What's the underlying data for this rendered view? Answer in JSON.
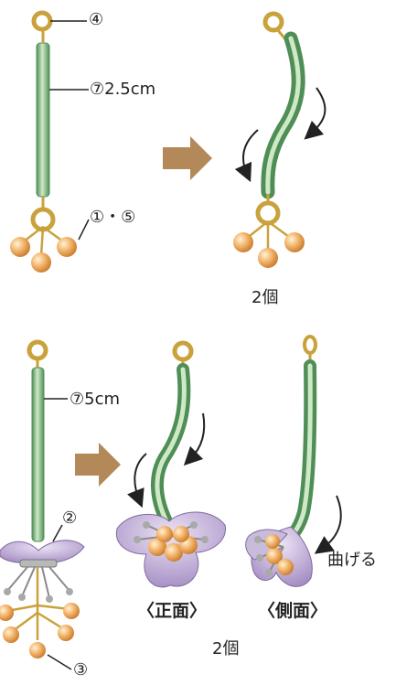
{
  "labels": {
    "jump_ring_top": "④",
    "wire_a": "⑦2.5cm",
    "beads_a": "①・⑤",
    "count_a": "2個",
    "wire_b": "⑦5cm",
    "petals": "②",
    "beads_b": "③",
    "bend": "曲げる",
    "front": "〈正面〉",
    "side": "〈側面〉",
    "count_b": "2個"
  },
  "colors": {
    "wire_green": "#6aa96f",
    "wire_light": "#cfe9c7",
    "ring_gold": "#c9a23c",
    "bead_orange": "#f2b46a",
    "petal_purple": "#b3a0cc",
    "arrow_tan": "#b3895a"
  },
  "icons": [
    "gold-jump-ring",
    "green-wire",
    "gold-bead",
    "purple-petal",
    "tan-right-arrow",
    "curved-black-arrow"
  ]
}
